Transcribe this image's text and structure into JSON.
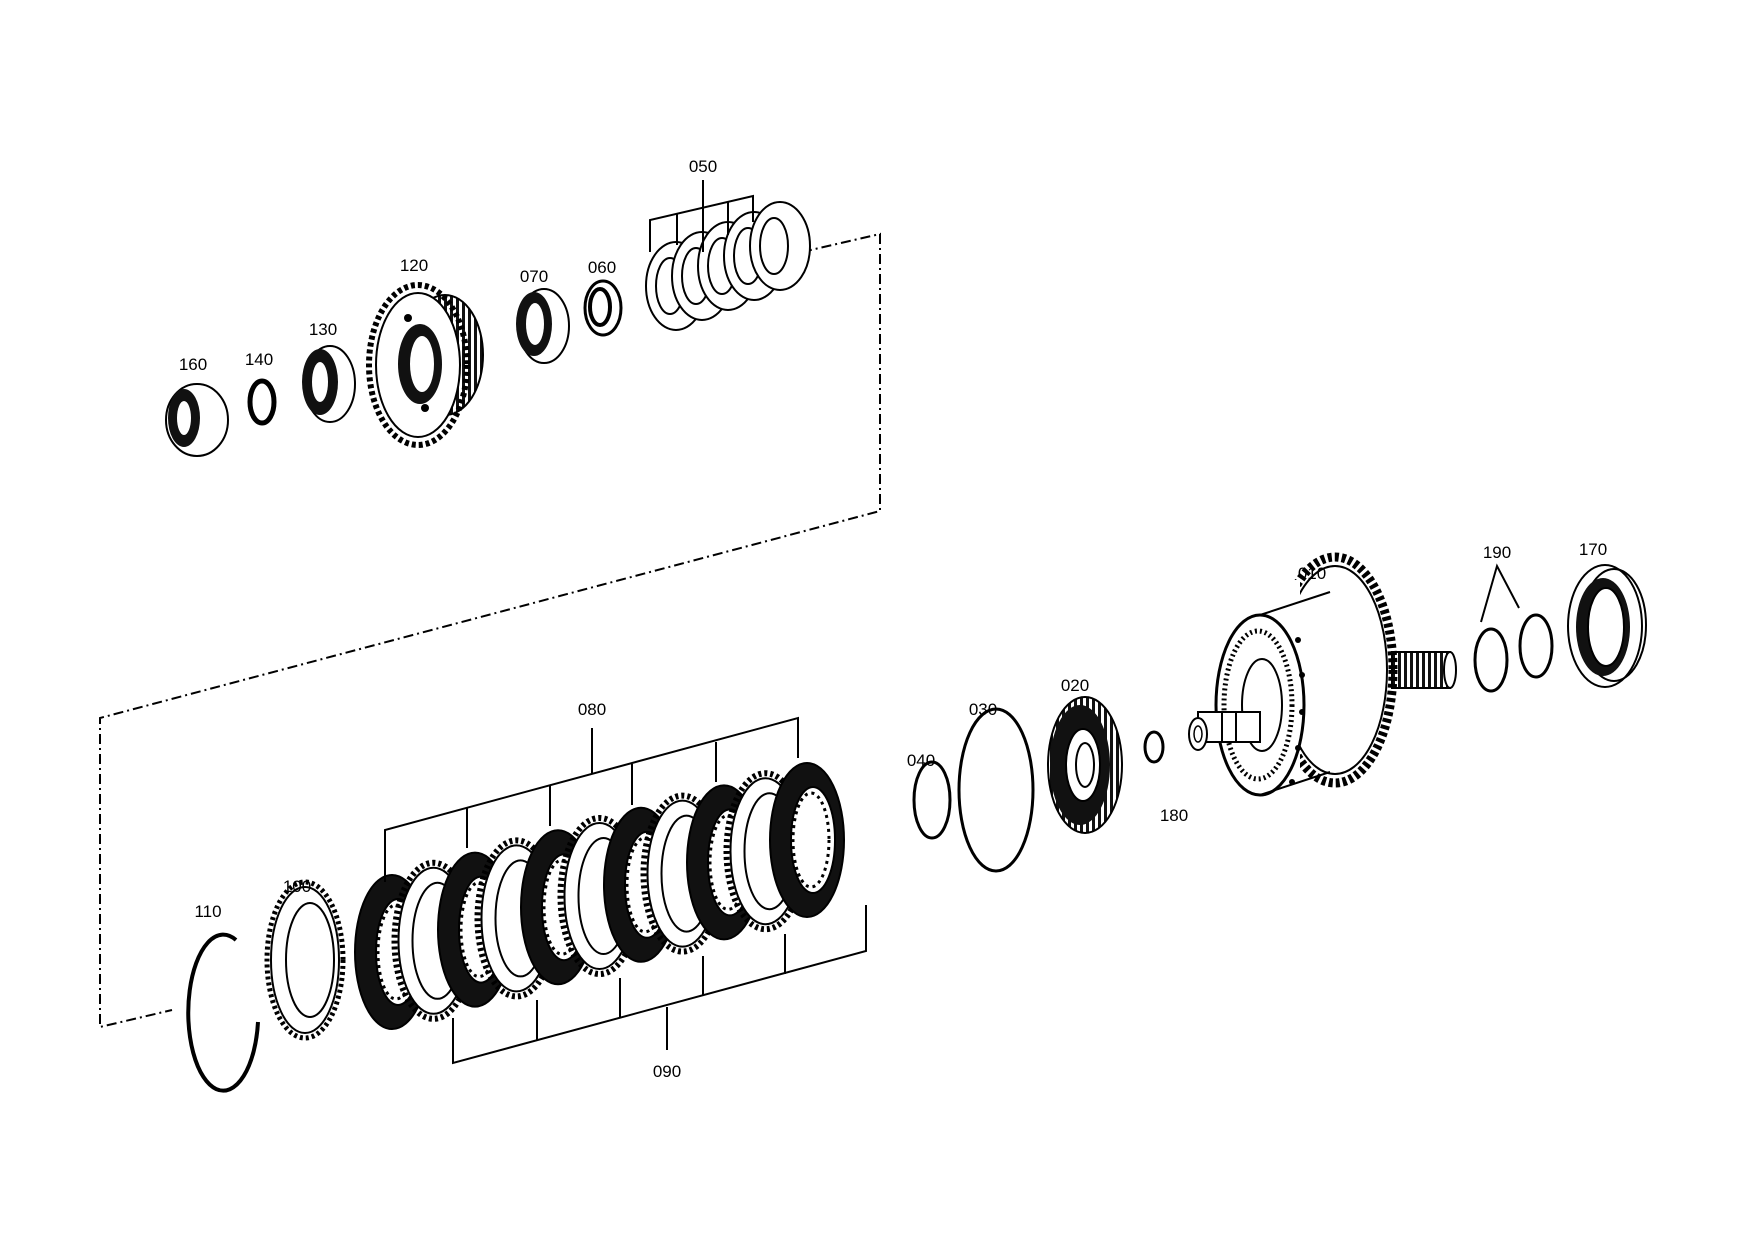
{
  "diagram": {
    "type": "exploded-parts-view",
    "labels": {
      "p010": "010",
      "p020": "020",
      "p030": "030",
      "p040": "040",
      "p050": "050",
      "p060": "060",
      "p070": "070",
      "p080": "080",
      "p090": "090",
      "p100": "100",
      "p110": "110",
      "p120": "120",
      "p130": "130",
      "p140": "140",
      "p160": "160",
      "p170": "170",
      "p180": "180",
      "p190": "190"
    }
  }
}
